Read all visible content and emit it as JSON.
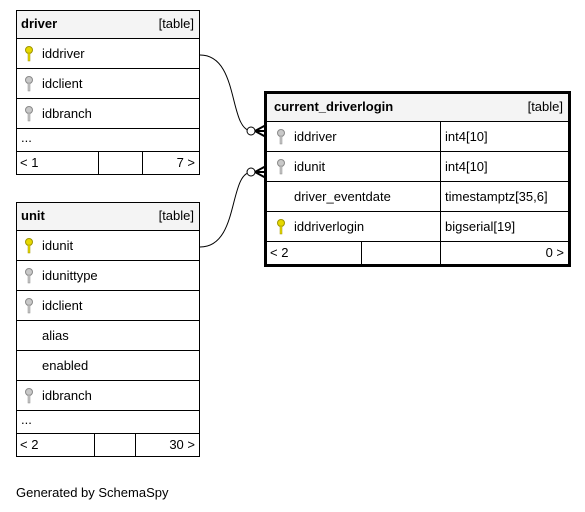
{
  "driver": {
    "name": "driver",
    "kind": "[table]",
    "columns": [
      {
        "name": "iddriver",
        "key": "primary"
      },
      {
        "name": "idclient",
        "key": "foreign"
      },
      {
        "name": "idbranch",
        "key": "foreign"
      }
    ],
    "ellipsis": "...",
    "parents": "< 1",
    "children": "7 >"
  },
  "unit": {
    "name": "unit",
    "kind": "[table]",
    "columns": [
      {
        "name": "idunit",
        "key": "primary"
      },
      {
        "name": "idunittype",
        "key": "foreign"
      },
      {
        "name": "idclient",
        "key": "foreign"
      },
      {
        "name": "alias",
        "key": "none"
      },
      {
        "name": "enabled",
        "key": "none"
      },
      {
        "name": "idbranch",
        "key": "foreign"
      }
    ],
    "ellipsis": "...",
    "parents": "< 2",
    "children": "30 >"
  },
  "current_driverlogin": {
    "name": "current_driverlogin",
    "kind": "[table]",
    "columns": [
      {
        "name": "iddriver",
        "type": "int4[10]",
        "key": "foreign"
      },
      {
        "name": "idunit",
        "type": "int4[10]",
        "key": "foreign"
      },
      {
        "name": "driver_eventdate",
        "type": "timestamptz[35,6]",
        "key": "none"
      },
      {
        "name": "iddriverlogin",
        "type": "bigserial[19]",
        "key": "primary"
      }
    ],
    "parents": "< 2",
    "children": "0 >"
  },
  "colors": {
    "primary_key": "#e6d800",
    "foreign_key": "#b0b0b0",
    "header_bg": "#f4f4f4"
  },
  "footer": {
    "credit": "Generated by SchemaSpy"
  }
}
